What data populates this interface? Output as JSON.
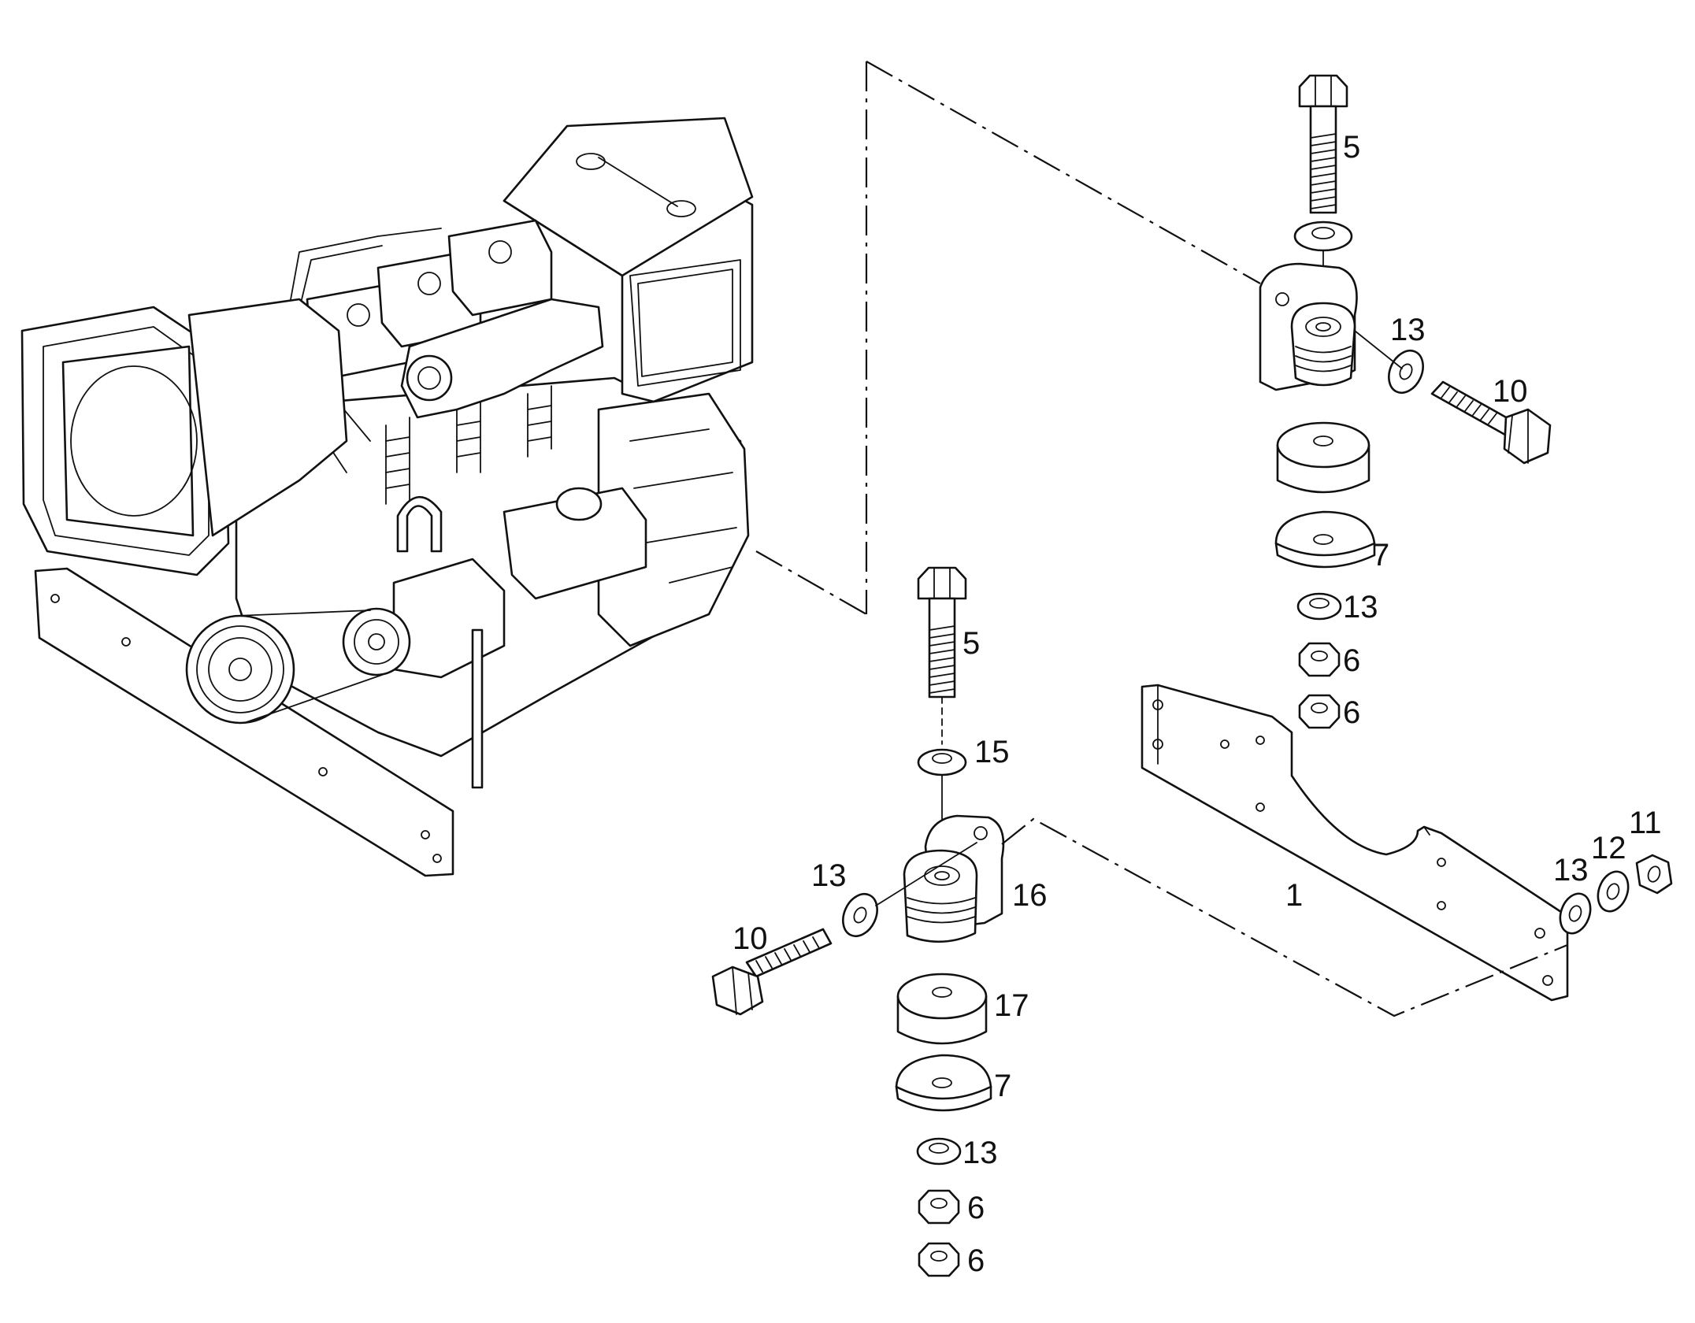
{
  "callouts": {
    "top_bolt": "5",
    "top_washer_side": "13",
    "top_side_bolt": "10",
    "top_cup": "7",
    "top_washer": "13",
    "top_nut_a": "6",
    "top_nut_b": "6",
    "bottom_bolt": "5",
    "bottom_washer_top": "15",
    "bottom_mount": "16",
    "bottom_washer_side": "13",
    "bottom_side_bolt": "10",
    "bottom_rubber": "17",
    "bottom_cup": "7",
    "bottom_washer": "13",
    "bottom_nut_a": "6",
    "bottom_nut_b": "6",
    "bracket": "1",
    "bracket_washer": "13",
    "bracket_lock_washer": "12",
    "bracket_nut": "11"
  }
}
